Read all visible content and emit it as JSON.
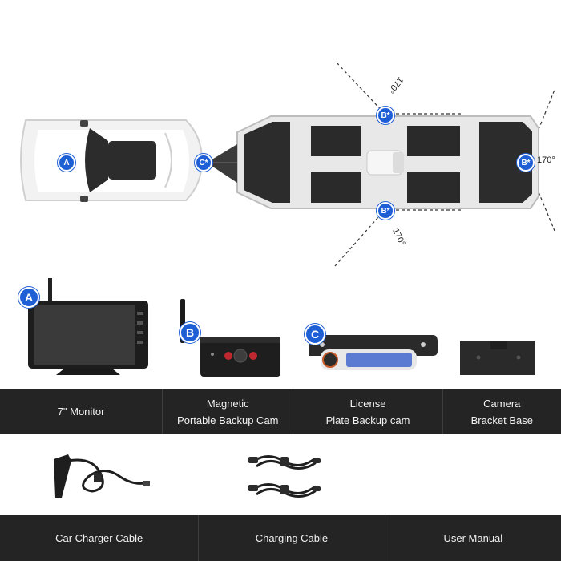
{
  "diagram": {
    "badges": {
      "car": "A",
      "hitch": "C*",
      "top": "B*",
      "rear": "B*",
      "bottom": "B*"
    },
    "angles": {
      "top": "170°",
      "rear": "170°",
      "bottom": "170°"
    }
  },
  "products": {
    "badges": {
      "monitor": "A",
      "magnetic_cam": "B",
      "plate_cam": "C"
    }
  },
  "labels_row1": [
    {
      "line1": "7\" Monitor",
      "line2": ""
    },
    {
      "line1": "Magnetic",
      "line2": "Portable Backup Cam"
    },
    {
      "line1": "License",
      "line2": "Plate Backup cam"
    },
    {
      "line1": "Camera",
      "line2": "Bracket Base"
    }
  ],
  "labels_row2": [
    {
      "line1": "Car Charger Cable"
    },
    {
      "line1": "Charging Cable"
    },
    {
      "line1": "User Manual"
    }
  ],
  "colors": {
    "accent_blue": "#1f5fd6",
    "band_background": "#242424",
    "band_text": "#f2f2f2"
  }
}
